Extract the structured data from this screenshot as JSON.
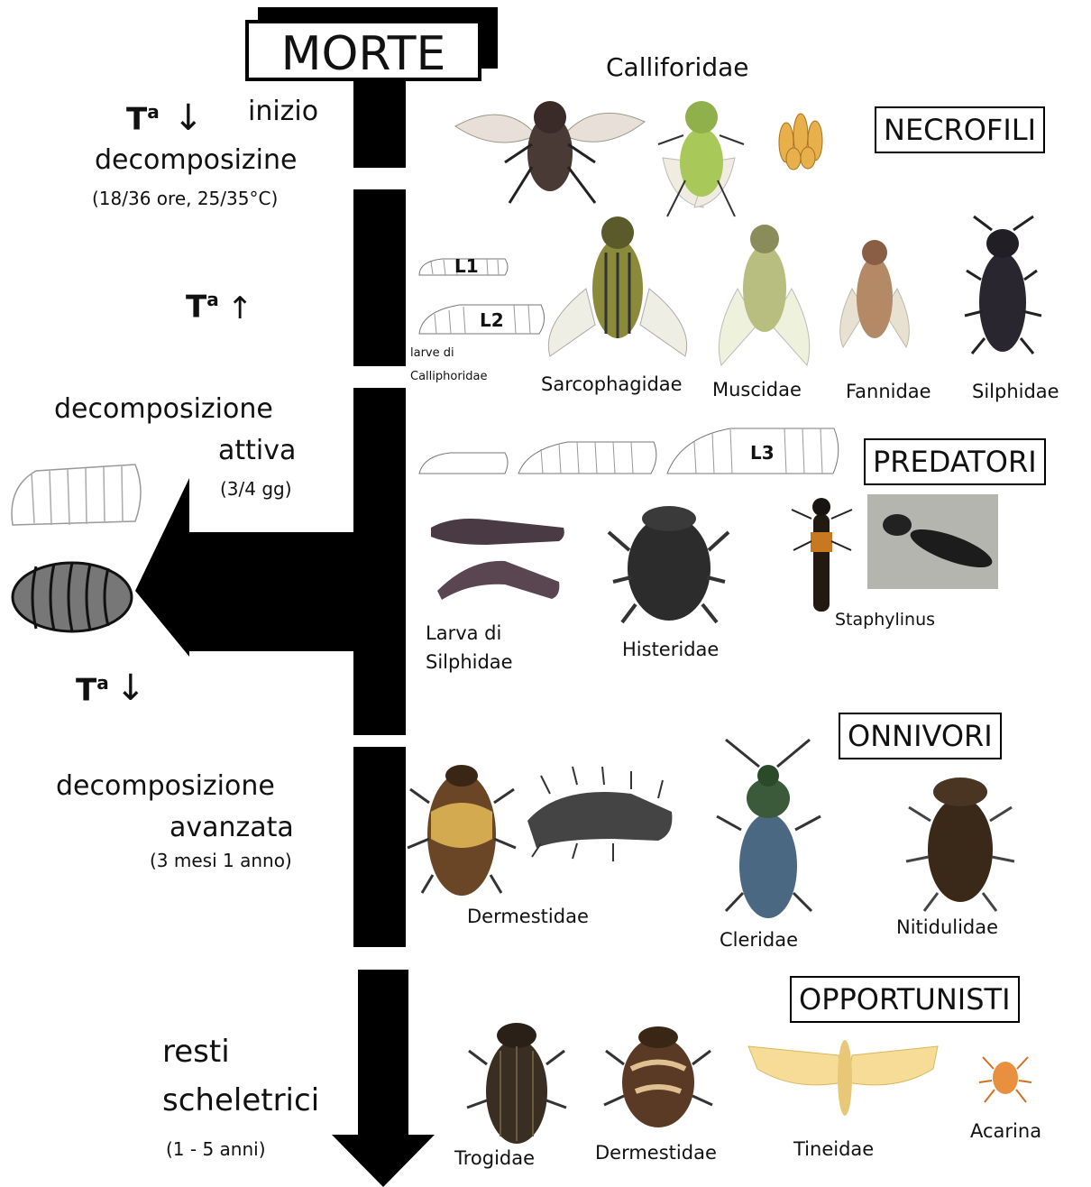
{
  "title": "MORTE",
  "stages": {
    "s1_line1": "inizio",
    "s1_line2": "decomposizine",
    "s1_time": "(18/36 ore, 25/35°C)",
    "s2_line1": "decomposizione",
    "s2_line2": "attiva",
    "s2_time": "(3/4 gg)",
    "s3_line1": "decomposizione",
    "s3_line2": "avanzata",
    "s3_time": "(3 mesi 1 anno)",
    "s4_line1": "resti",
    "s4_line2": "scheletrici",
    "s4_time": "(1 - 5 anni)"
  },
  "temperature": {
    "label": "T",
    "superscript": "a",
    "down1": "↓",
    "up": "↑",
    "down2": "↓"
  },
  "groups": {
    "necrofili": "NECROFILI",
    "predatori": "PREDATORI",
    "onnivori": "ONNIVORI",
    "opportunisti": "OPPORTUNISTI"
  },
  "insects": {
    "calliforidae": "Calliforidae",
    "l1": "L1",
    "l2": "L2",
    "l3": "L3",
    "larve_line1": "larve di",
    "larve_line2": "Calliphoridae",
    "sarcophagidae": "Sarcophagidae",
    "muscidae": "Muscidae",
    "fannidae": "Fannidae",
    "silphidae": "Silphidae",
    "larva_silph_1": "Larva di",
    "larva_silph_2": "Silphidae",
    "histeridae": "Histeridae",
    "staphylinus": "Staphylinus",
    "dermestidae1": "Dermestidae",
    "cleridae": "Cleridae",
    "nitidulidae": "Nitidulidae",
    "trogidae": "Trogidae",
    "dermestidae2": "Dermestidae",
    "tineidae": "Tineidae",
    "acarina": "Acarina"
  }
}
